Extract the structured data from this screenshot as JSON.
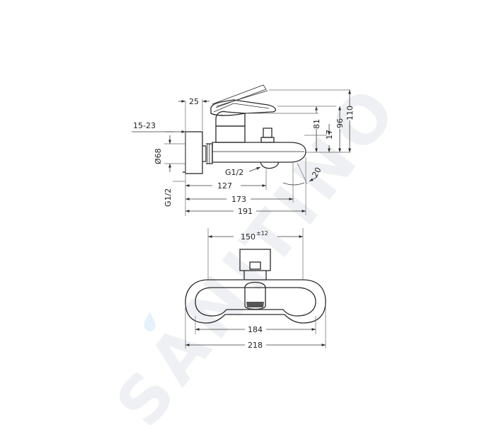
{
  "watermark": "SANITINO",
  "side_view": {
    "dim_25": "25",
    "dim_15_23": "15-23",
    "dim_d68": "Ø68",
    "dim_g12_left": "G1/2",
    "dim_g12_spout": "G1/2",
    "dim_127": "127",
    "dim_173": "173",
    "dim_191": "191",
    "dim_81": "81",
    "dim_17": "17",
    "dim_96": "96",
    "dim_110": "110",
    "dim_20": "20"
  },
  "front_view": {
    "dim_150": "150",
    "dim_150_tol": "±12",
    "dim_184": "184",
    "dim_218": "218"
  },
  "colors": {
    "line": "#2a2a2a",
    "watermark": "#eef0f3"
  }
}
